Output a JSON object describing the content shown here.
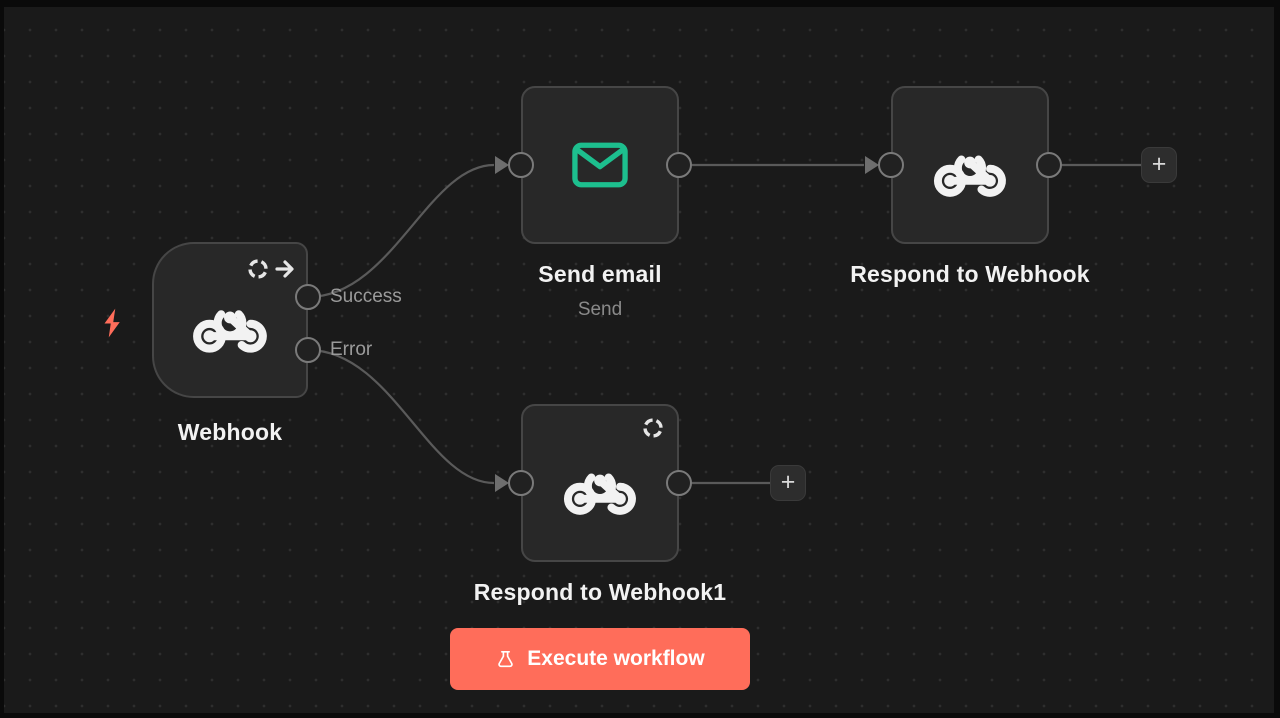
{
  "canvas": {
    "background": "#1a1a1a",
    "accent": "#ff6d5a",
    "icon_green": "#1dbf8e",
    "wire_color": "#5a5a5a"
  },
  "nodes": {
    "webhook": {
      "title": "Webhook",
      "type": "trigger",
      "badges": [
        "dashed-circle-icon",
        "arrow-right-icon"
      ],
      "outputs": [
        {
          "label": "Success"
        },
        {
          "label": "Error"
        }
      ]
    },
    "send_email": {
      "title": "Send email",
      "subtitle": "Send",
      "icon": "envelope-icon"
    },
    "respond_webhook": {
      "title": "Respond to Webhook",
      "icon": "webhook-icon"
    },
    "respond_webhook1": {
      "title": "Respond to Webhook1",
      "icon": "webhook-icon",
      "badges": [
        "dashed-circle-icon"
      ]
    }
  },
  "add_buttons": [
    {
      "label": "+"
    },
    {
      "label": "+"
    }
  ],
  "execute_button": {
    "label": "Execute workflow",
    "icon": "flask-icon"
  },
  "trigger_indicator": {
    "icon": "lightning-bolt-icon"
  }
}
